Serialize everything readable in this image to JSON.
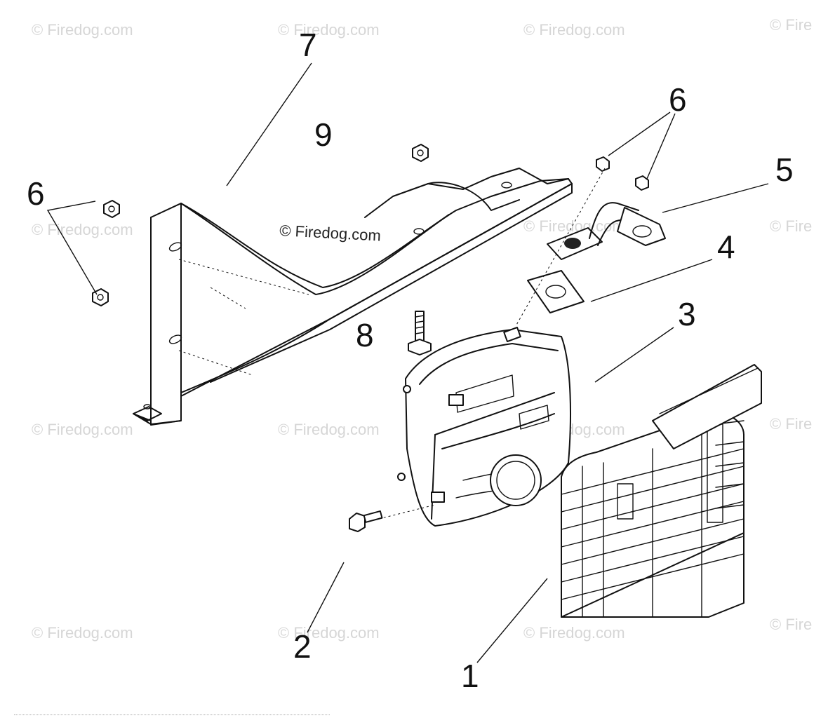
{
  "watermark_text": "© Firedog.com",
  "watermark_partial": "© Fire",
  "parts": {
    "p1": "1",
    "p2": "2",
    "p3": "3",
    "p4": "4",
    "p5": "5",
    "p6a": "6",
    "p6b": "6",
    "p7": "7",
    "p8": "8",
    "p9": "9"
  }
}
